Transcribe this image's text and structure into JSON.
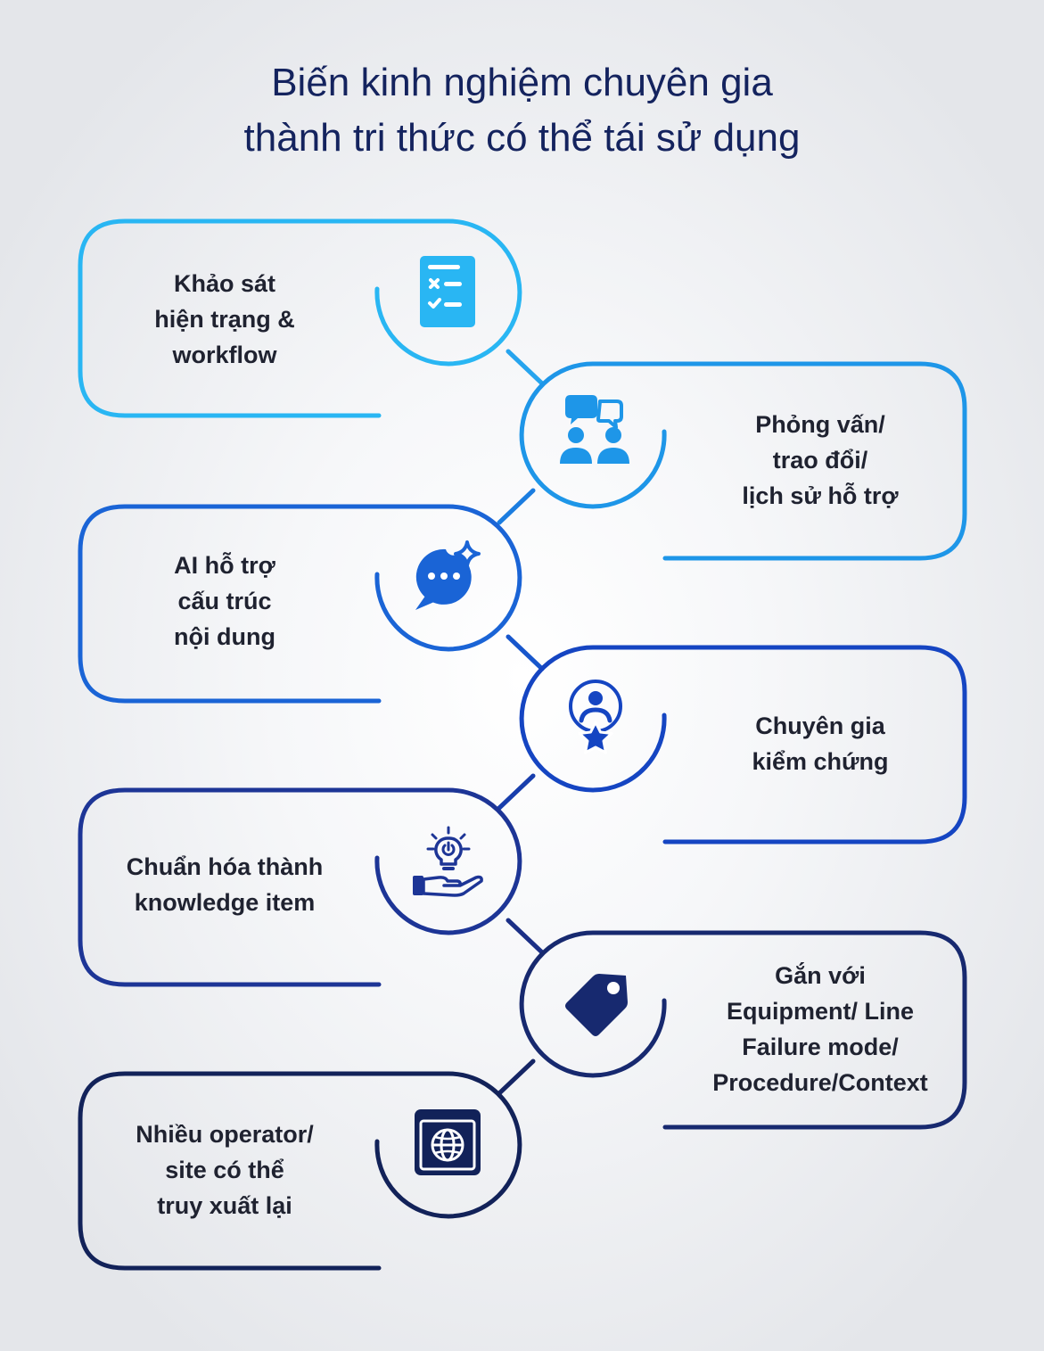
{
  "title": {
    "line1": "Biến kinh nghiệm chuyên gia",
    "line2": "thành tri thức có thể tái sử dụng"
  },
  "steps": [
    {
      "lines": [
        "Khảo sát",
        "hiện trạng &",
        "workflow"
      ],
      "icon": "checklist-icon",
      "color": "#29b6f3"
    },
    {
      "lines": [
        "Phỏng vấn/",
        "trao đổi/",
        "lịch sử hỗ trợ"
      ],
      "icon": "interview-people-icon",
      "color": "#1e96e8"
    },
    {
      "lines": [
        "AI hỗ trợ",
        "cấu trúc",
        "nội dung"
      ],
      "icon": "ai-chat-sparkle-icon",
      "color": "#1a64d6"
    },
    {
      "lines": [
        "Chuyên gia",
        "kiểm chứng"
      ],
      "icon": "expert-star-icon",
      "color": "#1545c2"
    },
    {
      "lines": [
        "Chuẩn hóa thành",
        "knowledge item"
      ],
      "icon": "lightbulb-hand-icon",
      "color": "#1d3596"
    },
    {
      "lines": [
        "Gắn với",
        "Equipment/ Line",
        "Failure mode/",
        "Procedure/Context"
      ],
      "icon": "tag-icon",
      "color": "#17296f"
    },
    {
      "lines": [
        "Nhiều operator/",
        "site có thể",
        "truy xuất lại"
      ],
      "icon": "globe-window-icon",
      "color": "#122259"
    }
  ]
}
